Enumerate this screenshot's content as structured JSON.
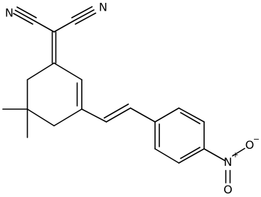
{
  "structure": {
    "atoms": [
      {
        "id": "N1",
        "label": "N"
      },
      {
        "id": "N2",
        "label": "N"
      },
      {
        "id": "N3",
        "label": "N"
      },
      {
        "id": "O1",
        "label": "O"
      },
      {
        "id": "O2",
        "label": "O"
      }
    ],
    "charges": [
      {
        "id": "N3_plus",
        "text": "+"
      },
      {
        "id": "O1_minus",
        "text": "−"
      }
    ]
  }
}
